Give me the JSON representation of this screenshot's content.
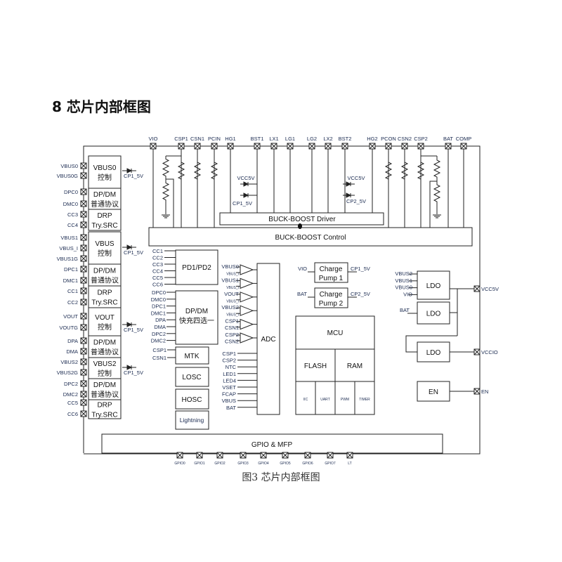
{
  "title": "8 芯片内部框图",
  "caption": "图3  芯片内部框图",
  "top_pins": [
    "VIO",
    "CSP1",
    "CSN1",
    "PCIN",
    "HG1",
    "BST1",
    "LX1",
    "LG1",
    "LG2",
    "LX2",
    "BST2",
    "HG2",
    "PCON",
    "CSN2",
    "CSP2",
    "BAT",
    "COMP"
  ],
  "left_pins": [
    "VBUS0",
    "VBUS0G",
    "DPC0",
    "DMC0",
    "CC3",
    "CC4",
    "VBUS1",
    "VBUS_I",
    "VBUS1G",
    "DPC1",
    "DMC1",
    "CC1",
    "CC2",
    "VOUT",
    "VOUTG",
    "DPA",
    "DMA",
    "VBUS2",
    "VBUS2G",
    "DPC2",
    "DMC2",
    "CC5",
    "CC6"
  ],
  "left_blocks": [
    [
      "VBUS0",
      "控制"
    ],
    [
      "DP/DM",
      "普通协议"
    ],
    [
      "DRP",
      "Try.SRC"
    ],
    [
      "VBUS",
      "控制"
    ],
    [
      "DP/DM",
      "普通协议"
    ],
    [
      "DRP",
      "Try.SRC"
    ],
    [
      "VOUT",
      "控制"
    ],
    [
      "DP/DM",
      "普通协议"
    ],
    [
      "VBUS2",
      "控制"
    ],
    [
      "DP/DM",
      "普通协议"
    ],
    [
      "DRP",
      "Try.SRC"
    ]
  ],
  "cp1_label": "CP1_5V",
  "diode_labels": {
    "vcc5v": "VCC5V",
    "cp1": "CP1_5V",
    "cp2": "CP2_5V"
  },
  "driver": "BUCK-BOOST Driver",
  "control": "BUCK-BOOST Control",
  "pd_block": {
    "label": "PD1/PD2",
    "inputs": [
      "CC1",
      "CC2",
      "CC3",
      "CC4",
      "CC5",
      "CC6"
    ]
  },
  "dpdm_block": {
    "label1": "DP/DM",
    "label2": "快充四选一",
    "inputs": [
      "DPC0",
      "DMC0",
      "DPC1",
      "DMC1",
      "DPA",
      "DMA",
      "DPC2",
      "DMC2"
    ]
  },
  "mtk_block": {
    "label": "MTK",
    "inputs": [
      "CSP1",
      "CSN1"
    ]
  },
  "losc": "LOSC",
  "hosc": "HOSC",
  "lightning": "Lightning",
  "adc": {
    "label": "ADC",
    "amps": [
      [
        "VBUS0",
        "VBUS_I"
      ],
      [
        "VBUS1",
        "VBUS_I"
      ],
      [
        "VOUT",
        "VBUS_I"
      ],
      [
        "VBUS2",
        "VBUS_I"
      ],
      [
        "CSP1",
        "CSN1"
      ],
      [
        "CSP2",
        "CSN2"
      ]
    ],
    "inputs": [
      "CSP1",
      "CSP2",
      "NTC",
      "LED1",
      "LED4",
      "VSET",
      "FCAP",
      "VBUS",
      "BAT"
    ]
  },
  "charge_pumps": [
    {
      "in": "VIO",
      "l1": "Charge",
      "l2": "Pump 1",
      "out": "CP1_5V"
    },
    {
      "in": "BAT",
      "l1": "Charge",
      "l2": "Pump 2",
      "out": "CP2_5V"
    }
  ],
  "mcu": {
    "label": "MCU",
    "flash": "FLASH",
    "ram": "RAM",
    "periph": [
      "IIC",
      "UART",
      "PWM",
      "TIMER"
    ]
  },
  "ldo": {
    "label": "LDO",
    "inputs1": [
      "VBUS2",
      "VBUS1",
      "VBUS0",
      "VIO"
    ],
    "input2": "BAT"
  },
  "en_block": "EN",
  "right_pins": [
    "VCC5V",
    "VCCIO",
    "EN"
  ],
  "gpio": {
    "label": "GPIO & MFP",
    "pins": [
      "GPIO0",
      "GPIO1",
      "GPIO2",
      "GPIO3",
      "GPIO4",
      "GPIO5",
      "GPIO6",
      "GPIO7",
      "LT"
    ]
  }
}
